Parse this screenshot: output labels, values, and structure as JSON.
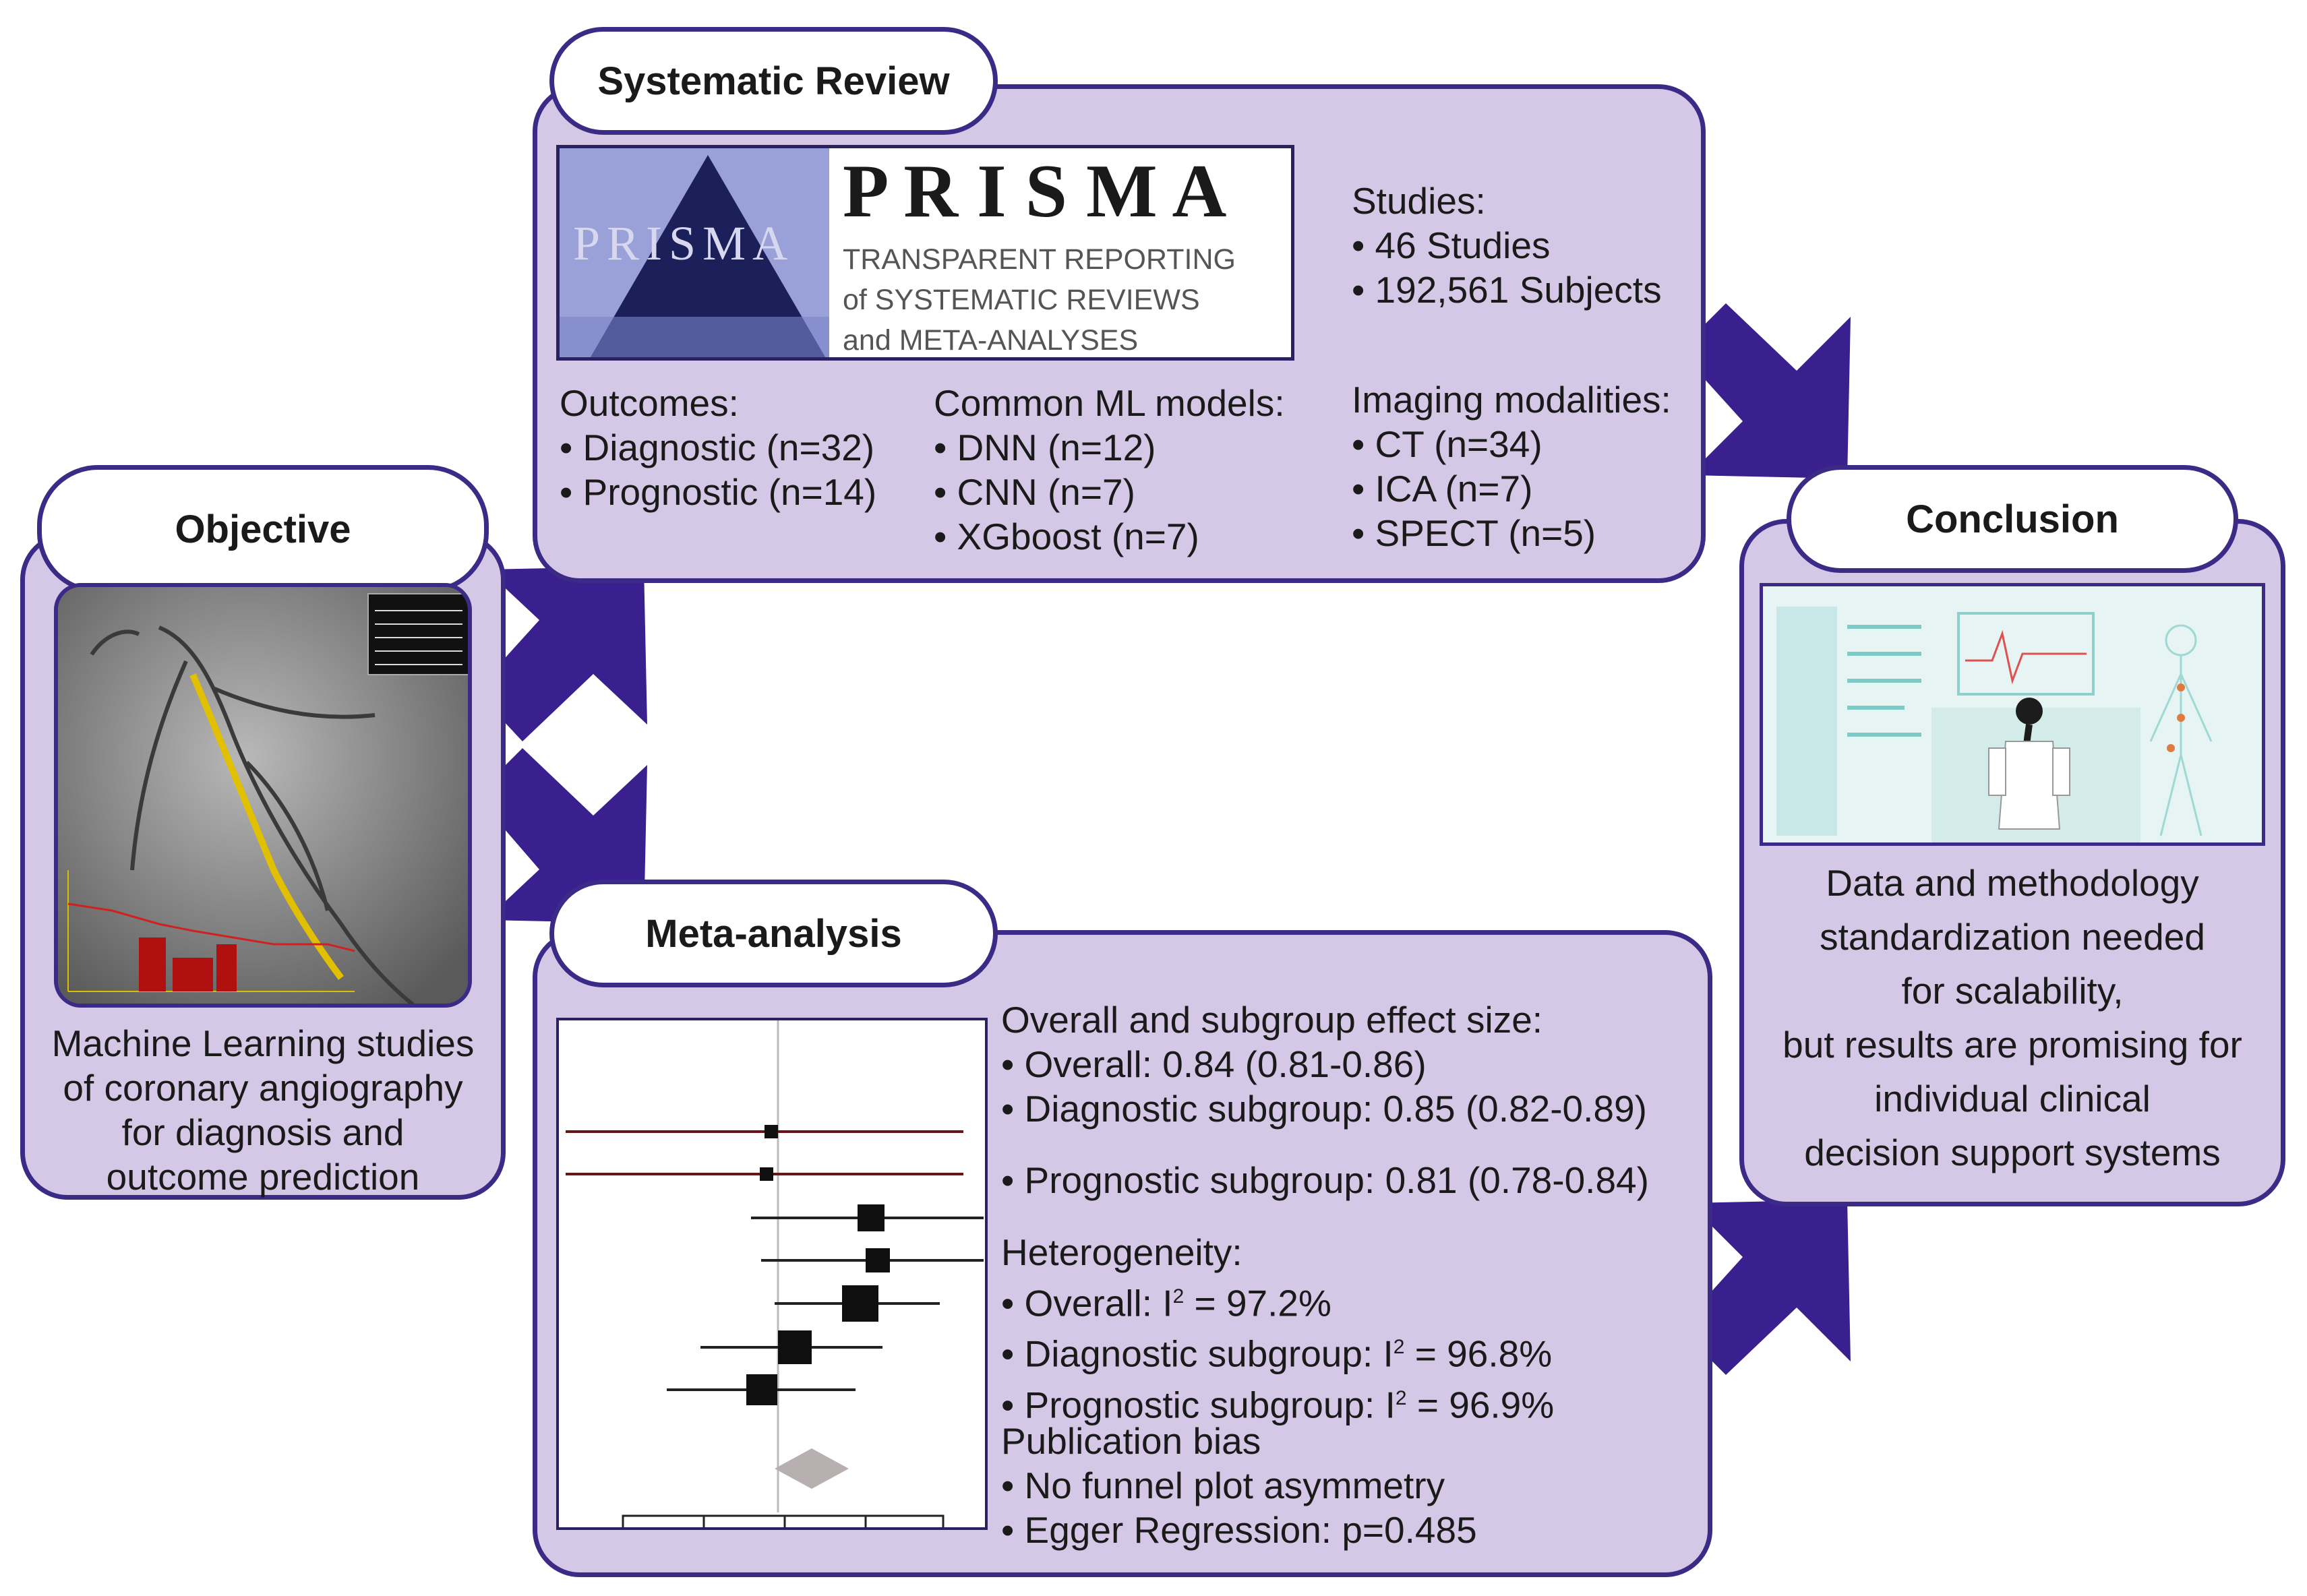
{
  "colors": {
    "box_fill": "#d5c8e6",
    "border": "#3b2a86",
    "arrow": "#3a1f8e"
  },
  "objective": {
    "title": "Objective",
    "image_icon": "coronary-angiography-image",
    "caption": [
      "Machine Learning studies",
      "of coronary angiography",
      "for diagnosis and",
      "outcome prediction"
    ]
  },
  "systematic_review": {
    "title": "Systematic Review",
    "prisma": {
      "word": "P R I S M A",
      "emblem_word": "PRISMA",
      "tagline": [
        "TRANSPARENT REPORTING",
        "of SYSTEMATIC REVIEWS",
        "and META-ANALYSES"
      ]
    },
    "studies": {
      "heading": "Studies:",
      "items": [
        "• 46 Studies",
        "• 192,561 Subjects"
      ]
    },
    "outcomes": {
      "heading": "Outcomes:",
      "items": [
        "• Diagnostic (n=32)",
        "• Prognostic (n=14)"
      ]
    },
    "ml_models": {
      "heading": "Common ML models:",
      "items": [
        "• DNN (n=12)",
        "• CNN (n=7)",
        "• XGboost (n=7)"
      ]
    },
    "imaging": {
      "heading": "Imaging modalities:",
      "items": [
        "• CT (n=34)",
        "• ICA (n=7)",
        "• SPECT (n=5)"
      ]
    }
  },
  "meta_analysis": {
    "title": "Meta-analysis",
    "forest_icon": "forest-plot-icon",
    "effect": {
      "heading": "Overall and subgroup effect size:",
      "overall": "• Overall: 0.84 (0.81-0.86)",
      "diagnostic": "• Diagnostic subgroup: 0.85 (0.82-0.89)",
      "prognostic": "• Prognostic subgroup: 0.81 (0.78-0.84)"
    },
    "heterogeneity": {
      "heading": "Heterogeneity:",
      "items": [
        {
          "label": "• Overall: I",
          "value": " = 97.2%"
        },
        {
          "label": "• Diagnostic subgroup: I",
          "value": " = 96.8%"
        },
        {
          "label": "• Prognostic subgroup: I",
          "value": " = 96.9%"
        }
      ],
      "sup": "2"
    },
    "publication_bias": {
      "heading": "Publication bias",
      "items": [
        "• No funnel plot asymmetry",
        "• Egger Regression: p=0.485"
      ]
    }
  },
  "conclusion": {
    "title": "Conclusion",
    "image_icon": "clinical-dashboard-illustration",
    "text": [
      "Data and methodology",
      "standardization needed",
      "for scalability,",
      "but results are promising for",
      "individual clinical",
      "decision support systems"
    ]
  },
  "arrows": [
    "arrow-objective-to-review",
    "arrow-objective-to-meta",
    "arrow-review-to-conclusion",
    "arrow-meta-to-conclusion"
  ]
}
